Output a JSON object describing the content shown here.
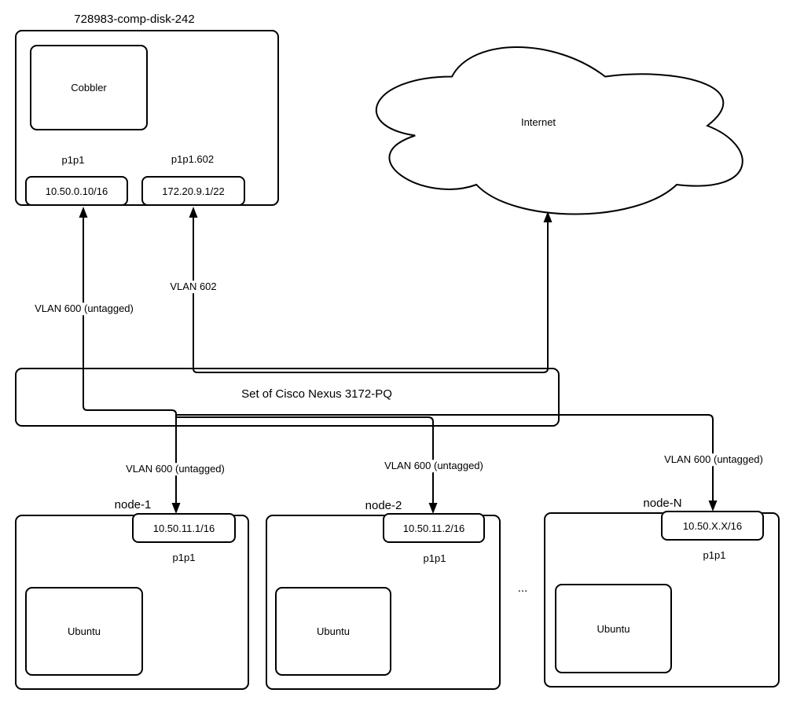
{
  "diagram": {
    "cobbler_host": {
      "title": "728983-comp-disk-242",
      "vm": "Cobbler",
      "interfaces": [
        {
          "name": "p1p1",
          "ip": "10.50.0.10/16"
        },
        {
          "name": "p1p1.602",
          "ip": "172.20.9.1/22"
        }
      ]
    },
    "internet": {
      "label": "Internet"
    },
    "switch": {
      "label": "Set of Cisco Nexus 3172-PQ"
    },
    "edge_labels": {
      "cobbler_uplink": "VLAN 600 (untagged)",
      "vlan602": "VLAN 602",
      "node1": "VLAN 600 (untagged)",
      "node2": "VLAN 600 (untagged)",
      "nodeN": "VLAN 600 (untagged)"
    },
    "nodes": [
      {
        "title": "node-1",
        "ip": "10.50.11.1/16",
        "iface": "p1p1",
        "os": "Ubuntu"
      },
      {
        "title": "node-2",
        "ip": "10.50.11.2/16",
        "iface": "p1p1",
        "os": "Ubuntu"
      },
      {
        "title": "node-N",
        "ip": "10.50.X.X/16",
        "iface": "p1p1",
        "os": "Ubuntu"
      }
    ],
    "ellipsis": "...",
    "colors": {
      "stroke": "#000000",
      "background": "#ffffff"
    }
  }
}
